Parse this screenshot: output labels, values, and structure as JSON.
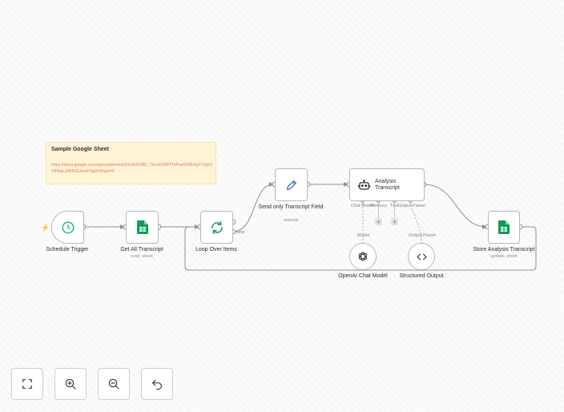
{
  "sticky": {
    "title": "Sample Google Sheet",
    "link": "https://docs.google.com/spreadsheets/d/1sWU28D_73nvkDMPfTkPsaV53kHgX7cgOlV4NwLz0F6GU/edit?gid=0#gid=0"
  },
  "nodes": {
    "schedule_trigger": {
      "label": "Schedule Trigger"
    },
    "get_all_transcript": {
      "label": "Get All Transcript",
      "subtitle": "read: sheet"
    },
    "loop_over_items": {
      "label": "Loop Over Items",
      "loop_output": "loop"
    },
    "send_only_transcript": {
      "label": "Send only Transcript Field",
      "subtitle": "manual"
    },
    "analysis_transcript": {
      "label": "Analysis Transcript",
      "ports": [
        "Chat Model",
        "Memory",
        "Tool",
        "Output Parser"
      ]
    },
    "store_analysis": {
      "label": "Store Analysis Transcript",
      "subtitle": "update: sheet"
    },
    "openai_chat_model": {
      "label": "OpenAI Chat Model",
      "port": "Model"
    },
    "structured_output": {
      "label": "Structured Output",
      "port": "Output Parser"
    }
  },
  "icons": {
    "schedule": "clock-icon",
    "sheets": "google-sheets-icon",
    "loop": "refresh-icon",
    "edit": "pencil-icon",
    "agent": "robot-icon",
    "openai": "openai-icon",
    "parser": "code-icon",
    "fit": "fit-view-icon",
    "zoom_in": "zoom-in-icon",
    "zoom_out": "zoom-out-icon",
    "undo": "undo-icon"
  },
  "colors": {
    "accent": "#ff6d5a",
    "sheets_green": "#0f9d58",
    "trigger_teal": "#2bb596",
    "pencil_blue": "#3b6fd6",
    "loop_green": "#1c9d6b"
  }
}
